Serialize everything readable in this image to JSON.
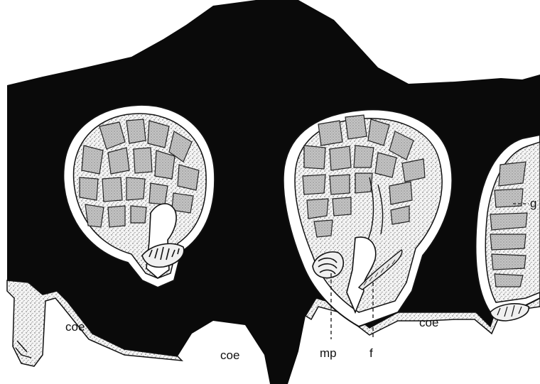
{
  "labels": {
    "coe_left": "coe",
    "coe_center": "coe",
    "coe_right": "coe",
    "mp": "mp",
    "f": "f",
    "g": "g"
  },
  "colors": {
    "ink": "#0a0a0a",
    "paper": "#ffffff",
    "stipple": "#e6e6e6",
    "lobule_fill": "#bdbdbd"
  }
}
